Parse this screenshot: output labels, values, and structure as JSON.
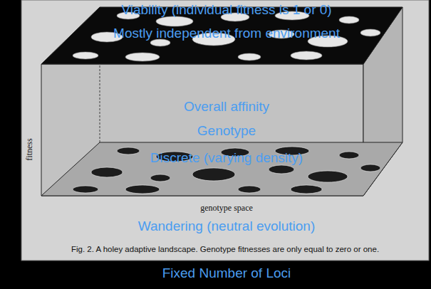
{
  "diagram": {
    "caption": "Fig. 2. A holey adaptive landscape. Genotype fitnesses are only equal to zero or one.",
    "labels": [
      "Viability (individual fitness is 1 or 0)",
      "Mostly independent from environment",
      "Overall affinity",
      "Genotype",
      "Discrete (varying density)",
      "Wandering (neutral evolution)",
      "Fixed Number of Loci",
      "fitness",
      "genotype space"
    ]
  }
}
